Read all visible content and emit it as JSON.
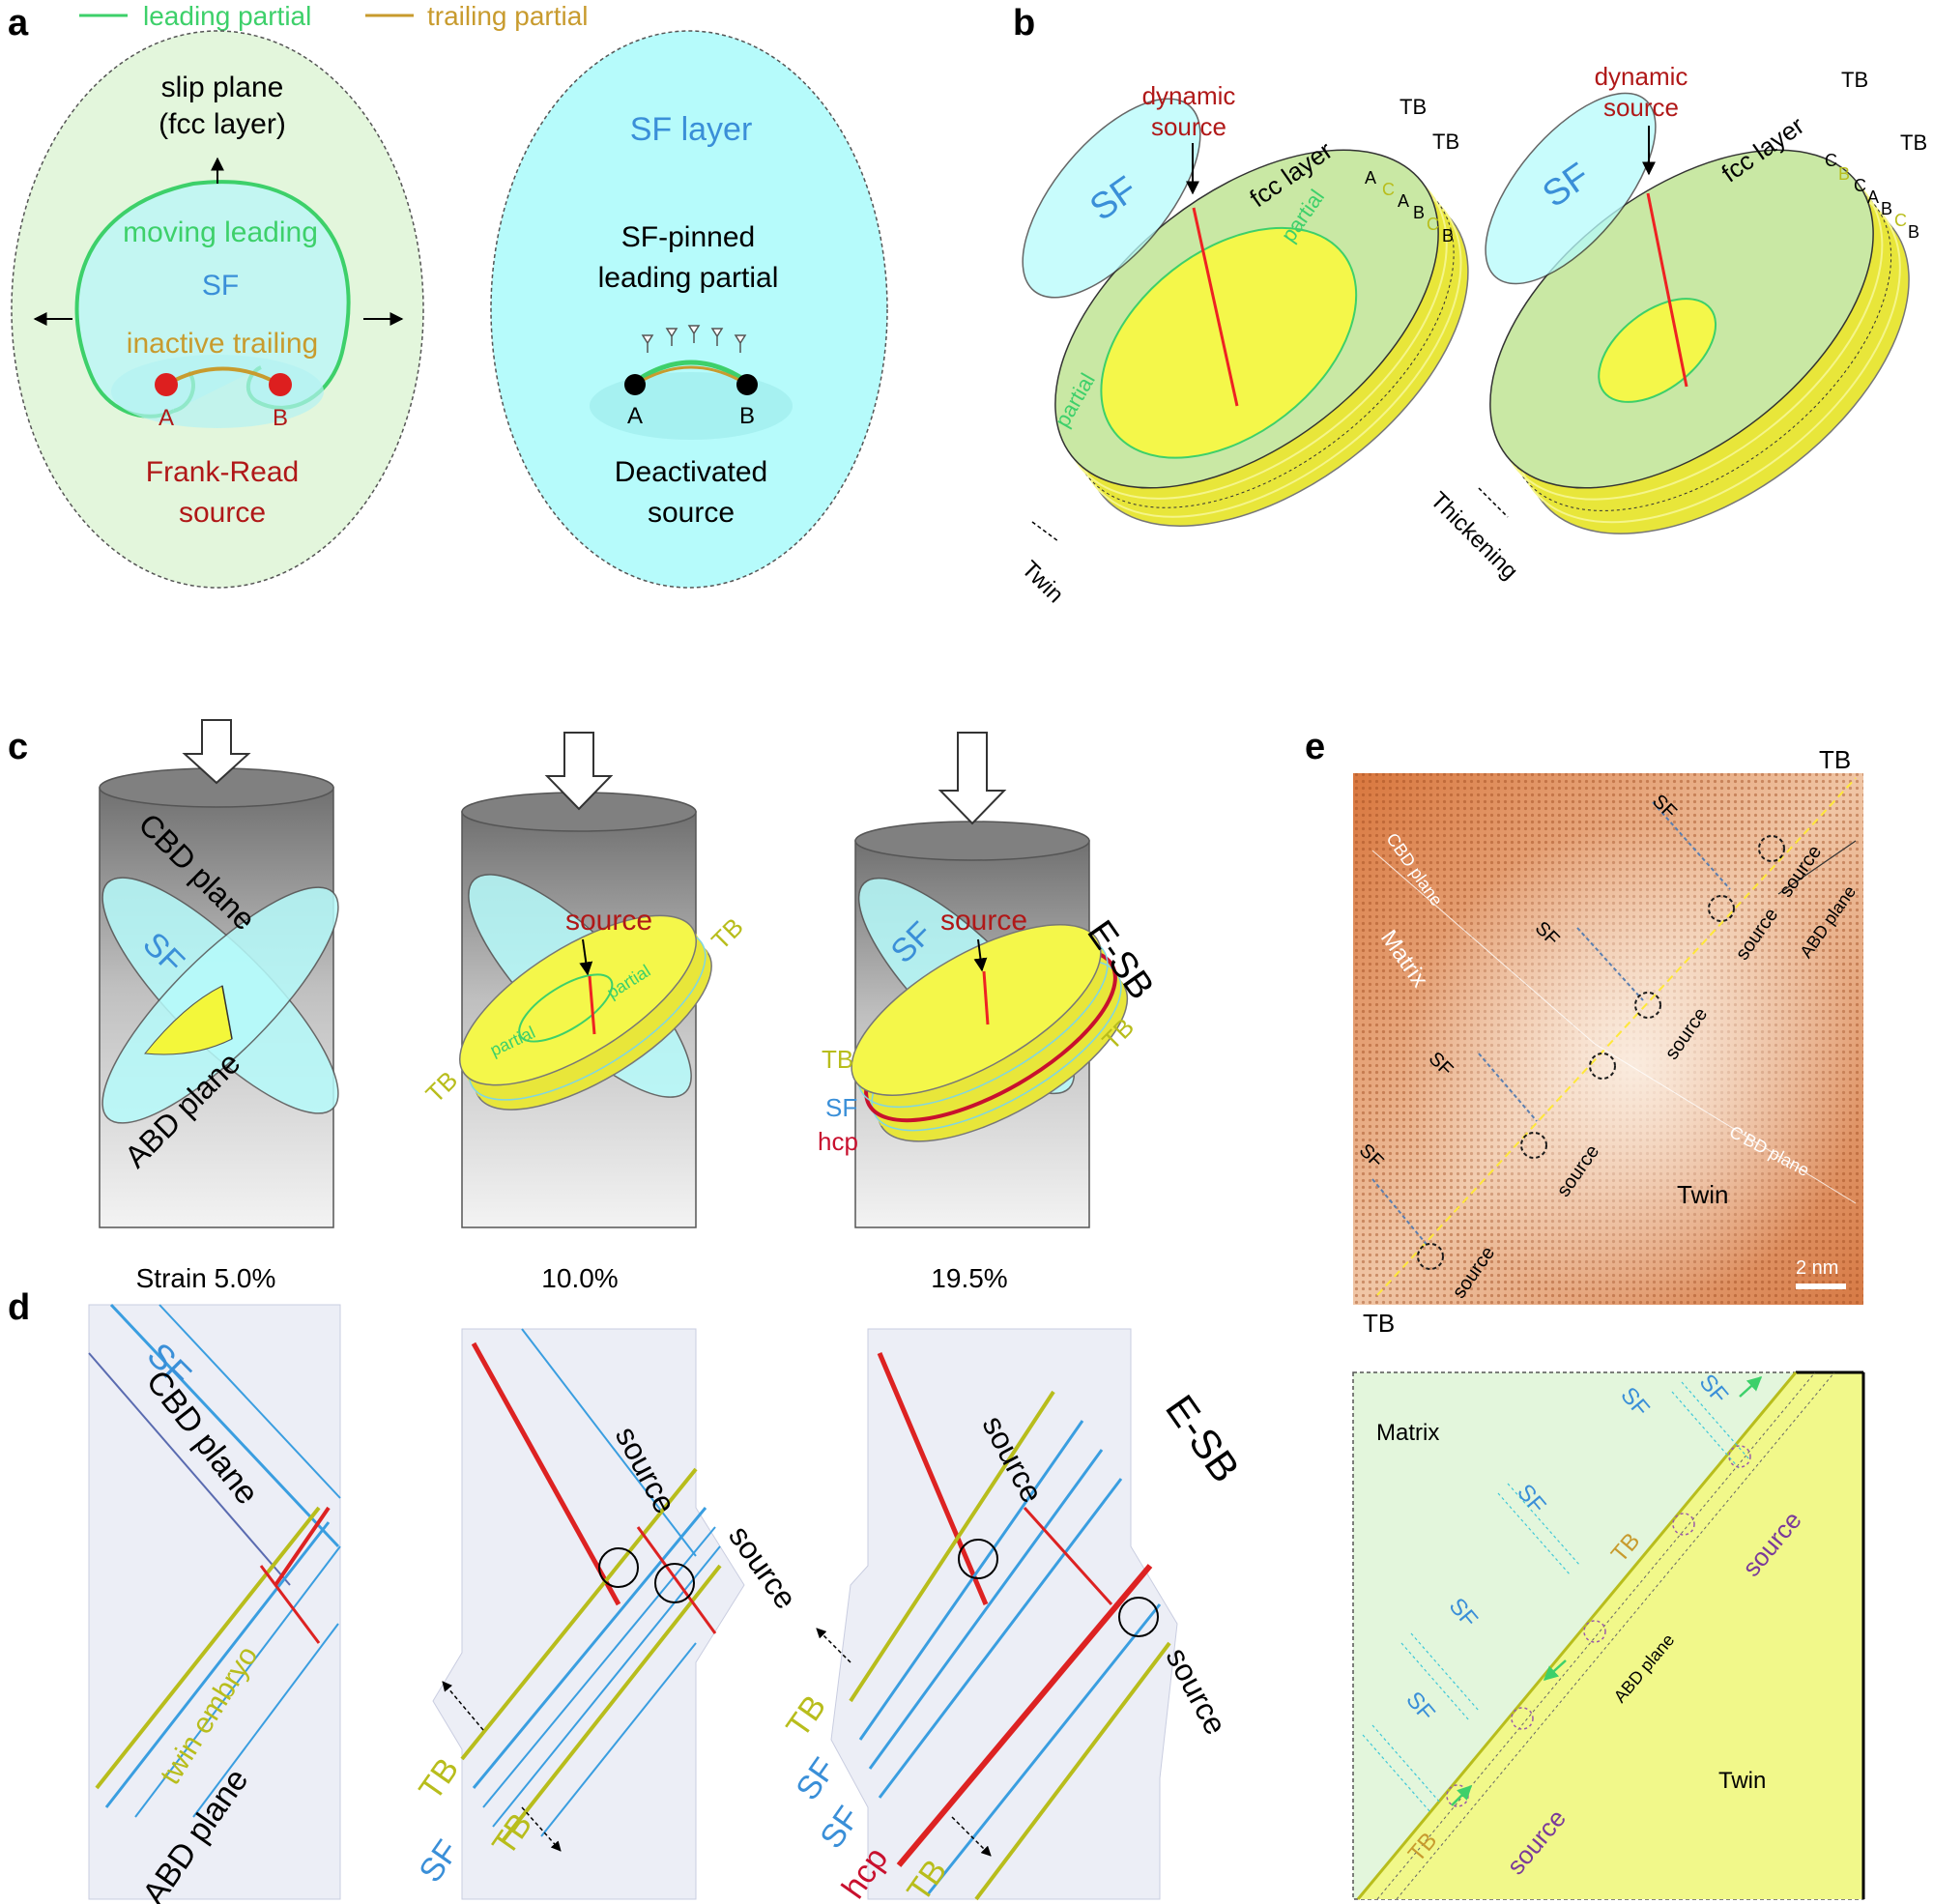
{
  "panels": {
    "a": {
      "letter": "a",
      "legend_leading": "leading partial",
      "legend_trailing": "trailing partial",
      "slip_plane_line1": "slip plane",
      "slip_plane_line2": "(fcc layer)",
      "moving_leading": "moving leading",
      "sf": "SF",
      "inactive_trailing": "inactive trailing",
      "point_a": "A",
      "point_b": "B",
      "source_line1": "Frank-Read",
      "source_line2": "source",
      "sf_layer": "SF layer",
      "pinned_line1": "SF-pinned",
      "pinned_line2": "leading partial",
      "deact_a": "A",
      "deact_b": "B",
      "deact_line1": "Deactivated",
      "deact_line2": "source"
    },
    "b": {
      "letter": "b",
      "left": {
        "dynamic_line1": "dynamic",
        "dynamic_line2": "source",
        "sf": "SF",
        "fcc_layer": "fcc layer",
        "partial_top": "partial",
        "partial_bottom": "partial",
        "tb1": "TB",
        "tb2": "TB",
        "stack": [
          "A",
          "C",
          "A",
          "B",
          "C",
          "B"
        ],
        "twin": "Twin"
      },
      "right": {
        "dynamic_line1": "dynamic",
        "dynamic_line2": "source",
        "sf": "SF",
        "fcc_layer": "fcc layer",
        "tb1": "TB",
        "tb2": "TB",
        "stack": [
          "C",
          "B",
          "C",
          "A",
          "B",
          "C",
          "B"
        ],
        "thickening": "Thickening"
      }
    },
    "c": {
      "letter": "c",
      "col1": {
        "cbd_plane": "CBD plane",
        "sf": "SF",
        "abd_plane": "ABD plane",
        "strain": "Strain  5.0%"
      },
      "col2": {
        "source": "source",
        "partial_top": "partial",
        "partial_bottom": "partial",
        "tb_right": "TB",
        "tb_left": "TB",
        "strain": "10.0%"
      },
      "col3": {
        "source": "source",
        "esb": "E-SB",
        "sf": "SF",
        "tb_left": "TB",
        "sf_left": "SF",
        "hcp": "hcp",
        "tb_right": "TB",
        "strain": "19.5%"
      }
    },
    "d": {
      "letter": "d",
      "col1": {
        "sf": "SF",
        "cbd_plane": "CBD plane",
        "twin_embryo": "twin embryo",
        "abd_plane": "ABD plane"
      },
      "col2": {
        "source1": "source",
        "source2": "source",
        "tb1": "TB",
        "tb2": "TB",
        "sf": "SF"
      },
      "col3": {
        "source1": "source",
        "source2": "source",
        "esb": "E-SB",
        "tb1": "TB",
        "sf1": "SF",
        "sf2": "SF",
        "hcp": "hcp",
        "tb2": "TB"
      }
    },
    "e": {
      "letter": "e",
      "tb_top": "TB",
      "tb_bottom": "TB",
      "cbd_plane": "CBD plane",
      "matrix": "Matrix",
      "abd_plane": "ABD plane",
      "cprime_plane": "C'BD plane",
      "twin": "Twin",
      "scale": "2 nm",
      "sf_labels": [
        "SF",
        "SF",
        "SF",
        "SF"
      ],
      "source_labels": [
        "source",
        "source",
        "source",
        "source",
        "source"
      ],
      "schematic": {
        "matrix": "Matrix",
        "twin": "Twin",
        "abd_plane": "ABD plane",
        "sf_labels": [
          "SF",
          "SF",
          "SF",
          "SF",
          "SF"
        ],
        "tb_labels": [
          "TB",
          "TB"
        ],
        "source_labels": [
          "source",
          "source"
        ]
      }
    }
  },
  "colors": {
    "leading_green": "#3dd06a",
    "trailing_gold": "#c89b2e",
    "sf_blue": "#3a8fd8",
    "source_red": "#b01818",
    "cyan_fill": "#b6fbfb",
    "yellow_fill": "#f3f73a",
    "tb_olive": "#b8bd1c",
    "hcp_red": "#c8102e"
  }
}
